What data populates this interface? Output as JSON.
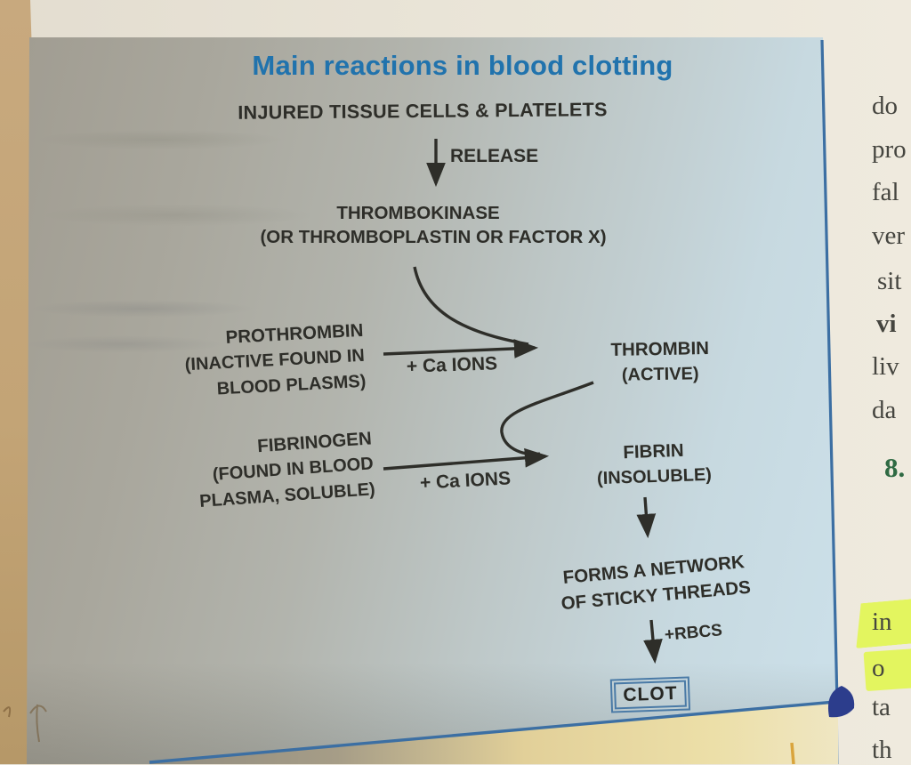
{
  "diagram": {
    "title": "Main reactions in blood clotting",
    "source_node": "INJURED TISSUE CELLS & PLATELETS",
    "release_label": "RELEASE",
    "thrombokinase": "THROMBOKINASE",
    "thrombokinase_alt": "(OR THROMBOPLASTIN OR FACTOR X)",
    "prothrombin": "PROTHROMBIN",
    "prothrombin_sub1": "(INACTIVE FOUND IN",
    "prothrombin_sub2": "BLOOD PLASMS)",
    "ca_ions_top": "+ Ca IONS",
    "thrombin": "THROMBIN",
    "thrombin_sub": "(ACTIVE)",
    "fibrinogen": "FIBRINOGEN",
    "fibrinogen_sub1": "(FOUND IN BLOOD",
    "fibrinogen_sub2": "PLASMA, SOLUBLE)",
    "ca_ions_bottom": "+ Ca IONS",
    "fibrin": "FIBRIN",
    "fibrin_sub": "(INSOLUBLE)",
    "network_line1": "FORMS A NETWORK",
    "network_line2": "OF STICKY THREADS",
    "rbcs_label": "+RBCS",
    "clot": "CLOT",
    "colors": {
      "title_blue": "#2173ad",
      "border_blue": "#3c6fa3",
      "ink": "#2e2e29",
      "panel_blue": "#cbdfe8",
      "highlight_yellow": "#e3f55f",
      "list_number_green": "#2f6a43",
      "corner_wedge_navy": "#2c3d8c"
    }
  },
  "adjacent_text_column": {
    "fragments": [
      "do",
      "pro",
      "fal",
      "ver",
      "sit",
      "vi",
      "liv",
      "da",
      "8.",
      "in",
      "o",
      "ta",
      "th"
    ]
  }
}
